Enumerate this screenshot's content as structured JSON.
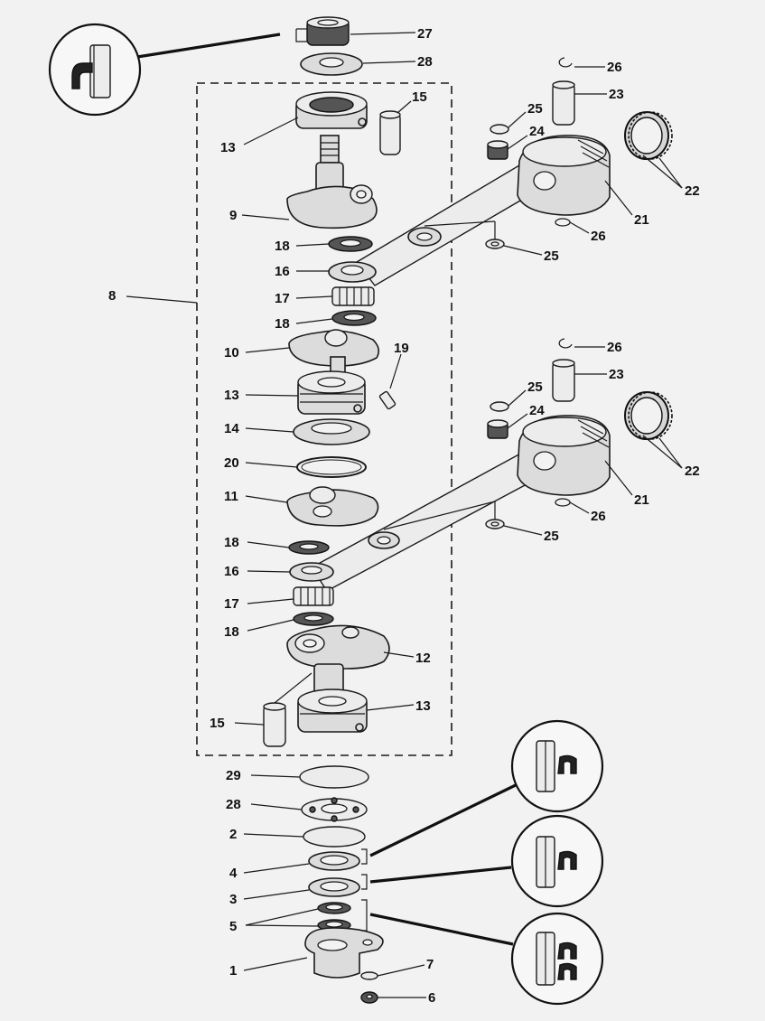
{
  "callouts": [
    {
      "id": "c27",
      "label": "27"
    },
    {
      "id": "c28a",
      "label": "28"
    },
    {
      "id": "c13a",
      "label": "13"
    },
    {
      "id": "c15a",
      "label": "15"
    },
    {
      "id": "c9",
      "label": "9"
    },
    {
      "id": "c18a",
      "label": "18"
    },
    {
      "id": "c16a",
      "label": "16"
    },
    {
      "id": "c8",
      "label": "8"
    },
    {
      "id": "c17a",
      "label": "17"
    },
    {
      "id": "c18b",
      "label": "18"
    },
    {
      "id": "c10",
      "label": "10"
    },
    {
      "id": "c19",
      "label": "19"
    },
    {
      "id": "c13b",
      "label": "13"
    },
    {
      "id": "c14",
      "label": "14"
    },
    {
      "id": "c20",
      "label": "20"
    },
    {
      "id": "c11",
      "label": "11"
    },
    {
      "id": "c18c",
      "label": "18"
    },
    {
      "id": "c16b",
      "label": "16"
    },
    {
      "id": "c17b",
      "label": "17"
    },
    {
      "id": "c18d",
      "label": "18"
    },
    {
      "id": "c12",
      "label": "12"
    },
    {
      "id": "c15b",
      "label": "15"
    },
    {
      "id": "c13c",
      "label": "13"
    },
    {
      "id": "c26a",
      "label": "26"
    },
    {
      "id": "c23a",
      "label": "23"
    },
    {
      "id": "c25a",
      "label": "25"
    },
    {
      "id": "c24a",
      "label": "24"
    },
    {
      "id": "c22a",
      "label": "22"
    },
    {
      "id": "c21a",
      "label": "21"
    },
    {
      "id": "c26b",
      "label": "26"
    },
    {
      "id": "c25b",
      "label": "25"
    },
    {
      "id": "c26c",
      "label": "26"
    },
    {
      "id": "c23b",
      "label": "23"
    },
    {
      "id": "c25c",
      "label": "25"
    },
    {
      "id": "c24b",
      "label": "24"
    },
    {
      "id": "c22b",
      "label": "22"
    },
    {
      "id": "c21b",
      "label": "21"
    },
    {
      "id": "c26d",
      "label": "26"
    },
    {
      "id": "c25d",
      "label": "25"
    },
    {
      "id": "c29",
      "label": "29"
    },
    {
      "id": "c28b",
      "label": "28"
    },
    {
      "id": "c2",
      "label": "2"
    },
    {
      "id": "c4",
      "label": "4"
    },
    {
      "id": "c3",
      "label": "3"
    },
    {
      "id": "c5",
      "label": "5"
    },
    {
      "id": "c1",
      "label": "1"
    },
    {
      "id": "c7",
      "label": "7"
    },
    {
      "id": "c6",
      "label": "6"
    }
  ],
  "icons": {
    "bubble_top": "seal-install-icon",
    "bubble_1": "seal-install-icon",
    "bubble_2": "seal-install-icon",
    "bubble_3": "double-seal-install-icon"
  },
  "colors": {
    "background": "#f2f2f2",
    "line": "#1a1a1a",
    "part_fill": "#dcdcdc"
  }
}
